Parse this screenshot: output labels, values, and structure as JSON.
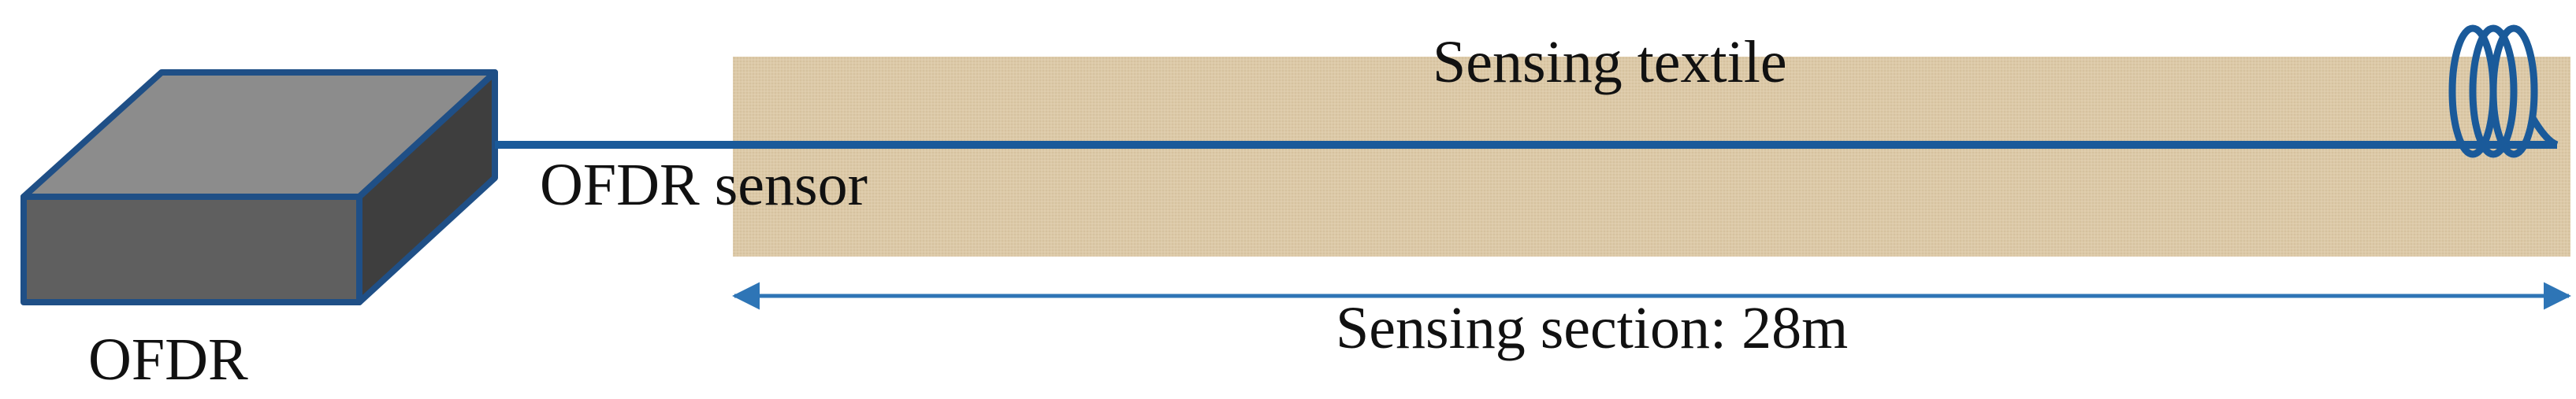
{
  "labels": {
    "ofdr_device": "OFDR",
    "fiber": "OFDR sensor",
    "textile": "Sensing textile",
    "section": "Sensing section: 28m"
  },
  "colors": {
    "fiber": "#1a5a9a",
    "device_edge": "#1f4f86",
    "device_top": "#8c8c8c",
    "device_front": "#5f5f5f",
    "device_side": "#3e3e3e",
    "textile": "#dcc9a8",
    "dimension_arrow": "#2e75b6"
  },
  "icons": {
    "device": "box-icon",
    "fiber_coil": "fiber-coil-icon"
  }
}
